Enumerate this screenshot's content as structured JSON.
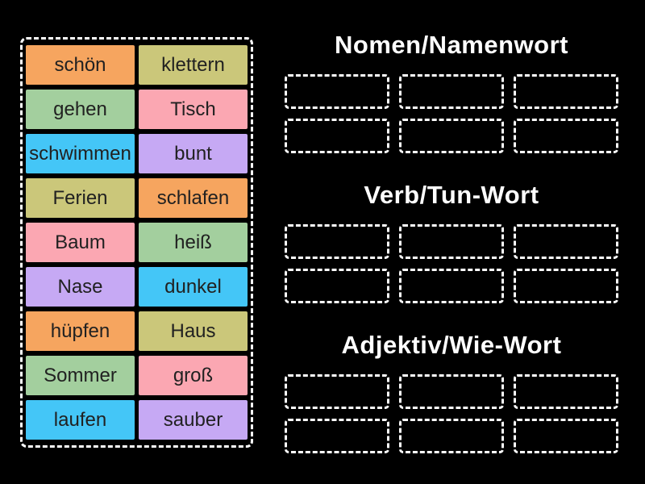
{
  "colors": {
    "background": "#000000",
    "border": "#ffffff",
    "tile_text": "#212121",
    "header_text": "#ffffff",
    "orange": "#f6a55f",
    "khaki": "#cbc77a",
    "green": "#a3cf9e",
    "pink": "#fba7b2",
    "cyan": "#44c6f7",
    "purple": "#c6a9f4"
  },
  "word_bank": {
    "tiles": [
      {
        "label": "schön",
        "color": "orange"
      },
      {
        "label": "klettern",
        "color": "khaki"
      },
      {
        "label": "gehen",
        "color": "green"
      },
      {
        "label": "Tisch",
        "color": "pink"
      },
      {
        "label": "schwimmen",
        "color": "cyan"
      },
      {
        "label": "bunt",
        "color": "purple"
      },
      {
        "label": "Ferien",
        "color": "khaki"
      },
      {
        "label": "schlafen",
        "color": "orange"
      },
      {
        "label": "Baum",
        "color": "pink"
      },
      {
        "label": "heiß",
        "color": "green"
      },
      {
        "label": "Nase",
        "color": "purple"
      },
      {
        "label": "dunkel",
        "color": "cyan"
      },
      {
        "label": "hüpfen",
        "color": "orange"
      },
      {
        "label": "Haus",
        "color": "khaki"
      },
      {
        "label": "Sommer",
        "color": "green"
      },
      {
        "label": "groß",
        "color": "pink"
      },
      {
        "label": "laufen",
        "color": "cyan"
      },
      {
        "label": "sauber",
        "color": "purple"
      }
    ]
  },
  "groups": [
    {
      "title": "Nomen/Namenwort",
      "slot_count": 6
    },
    {
      "title": "Verb/Tun-Wort",
      "slot_count": 6
    },
    {
      "title": "Adjektiv/Wie-Wort",
      "slot_count": 6
    }
  ]
}
